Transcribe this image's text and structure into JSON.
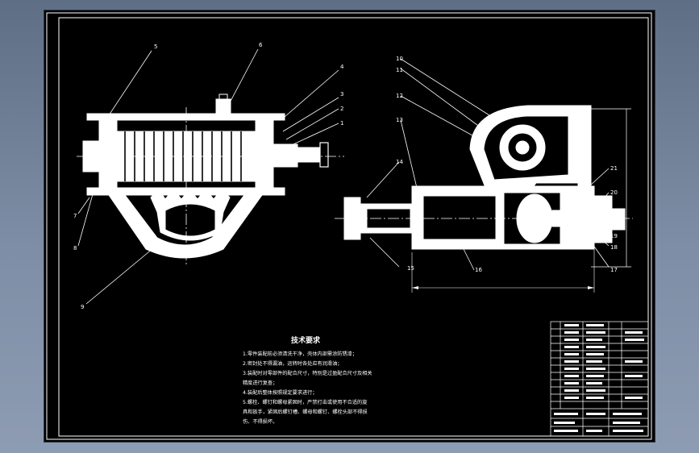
{
  "drawing": {
    "left_view_callouts": [
      "5",
      "6",
      "4",
      "3",
      "2",
      "1",
      "7",
      "8",
      "9"
    ],
    "right_view_callouts": [
      "10",
      "11",
      "12",
      "13",
      "14",
      "15",
      "16",
      "17",
      "18",
      "19",
      "20",
      "21"
    ],
    "technical_requirements": {
      "title": "技术要求",
      "lines": [
        "1.零件装配前必须清洗干净，壳体内部需涂防锈漆；",
        "2.密封处不得漏油，运转时各处应有润滑油；",
        "3.装配时对零部件的配合尺寸，特别是过盈配合尺寸及相关",
        "精度进行复查；",
        "4.装配后整体按照规定要求进行；",
        "5.螺栓、螺钉和螺母紧固时，严禁打击或使用不合适的旋",
        "具和扳手，紧固后螺钉槽、螺母和螺钉、螺栓头部不得损",
        "伤、不得损坏。"
      ]
    },
    "title_block_visible": true
  }
}
